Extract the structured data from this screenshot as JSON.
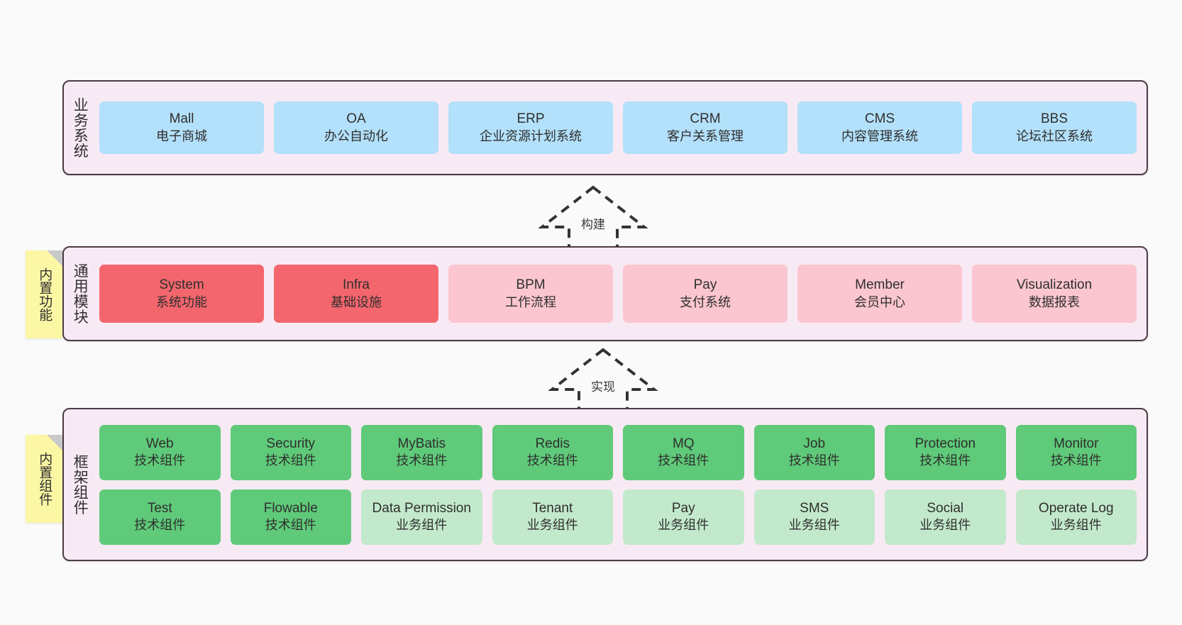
{
  "diagram": {
    "background_color": "#fafafa",
    "layer_fill": "#f8eaf4",
    "layer_border": "#4a3b46",
    "note_color": "#fbf7a4",
    "colors": {
      "business": "#b3e0fa",
      "module_core": "#f4666d",
      "module_optional": "#fbc6cf",
      "tech_component": "#5fca79",
      "biz_component": "#c3e9cc"
    }
  },
  "layers": [
    {
      "id": "business",
      "title": "业务系统",
      "note": null,
      "rows": [
        {
          "cards": [
            {
              "en": "Mall",
              "cn": "电子商城",
              "color": "blue"
            },
            {
              "en": "OA",
              "cn": "办公自动化",
              "color": "blue"
            },
            {
              "en": "ERP",
              "cn": "企业资源计划系统",
              "color": "blue"
            },
            {
              "en": "CRM",
              "cn": "客户关系管理",
              "color": "blue"
            },
            {
              "en": "CMS",
              "cn": "内容管理系统",
              "color": "blue"
            },
            {
              "en": "BBS",
              "cn": "论坛社区系统",
              "color": "blue"
            }
          ]
        }
      ]
    },
    {
      "id": "common",
      "title": "通用模块",
      "note": "内置功能",
      "rows": [
        {
          "cards": [
            {
              "en": "System",
              "cn": "系统功能",
              "color": "red"
            },
            {
              "en": "Infra",
              "cn": "基础设施",
              "color": "red"
            },
            {
              "en": "BPM",
              "cn": "工作流程",
              "color": "pink"
            },
            {
              "en": "Pay",
              "cn": "支付系统",
              "color": "pink"
            },
            {
              "en": "Member",
              "cn": "会员中心",
              "color": "pink"
            },
            {
              "en": "Visualization",
              "cn": "数据报表",
              "color": "pink"
            }
          ]
        }
      ]
    },
    {
      "id": "framework",
      "title": "框架组件",
      "note": "内置组件",
      "rows": [
        {
          "cards": [
            {
              "en": "Web",
              "cn": "技术组件",
              "color": "green"
            },
            {
              "en": "Security",
              "cn": "技术组件",
              "color": "green"
            },
            {
              "en": "MyBatis",
              "cn": "技术组件",
              "color": "green"
            },
            {
              "en": "Redis",
              "cn": "技术组件",
              "color": "green"
            },
            {
              "en": "MQ",
              "cn": "技术组件",
              "color": "green"
            },
            {
              "en": "Job",
              "cn": "技术组件",
              "color": "green"
            },
            {
              "en": "Protection",
              "cn": "技术组件",
              "color": "green"
            },
            {
              "en": "Monitor",
              "cn": "技术组件",
              "color": "green"
            }
          ]
        },
        {
          "cards": [
            {
              "en": "Test",
              "cn": "技术组件",
              "color": "green"
            },
            {
              "en": "Flowable",
              "cn": "技术组件",
              "color": "green"
            },
            {
              "en": "Data Permission",
              "cn": "业务组件",
              "color": "lightgrn"
            },
            {
              "en": "Tenant",
              "cn": "业务组件",
              "color": "lightgrn"
            },
            {
              "en": "Pay",
              "cn": "业务组件",
              "color": "lightgrn"
            },
            {
              "en": "SMS",
              "cn": "业务组件",
              "color": "lightgrn"
            },
            {
              "en": "Social",
              "cn": "业务组件",
              "color": "lightgrn"
            },
            {
              "en": "Operate Log",
              "cn": "业务组件",
              "color": "lightgrn"
            }
          ]
        }
      ]
    }
  ],
  "arrows": [
    {
      "id": "build",
      "label": "构建",
      "style": "dashed-hollow-up"
    },
    {
      "id": "impl",
      "label": "实现",
      "style": "dashed-hollow-up"
    }
  ]
}
